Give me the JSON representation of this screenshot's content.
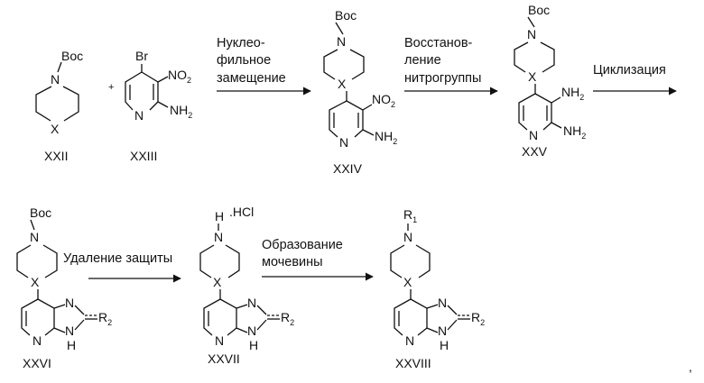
{
  "compounds": {
    "c22": {
      "id": "XXII",
      "boc": "Boc",
      "n": "N",
      "x": "X"
    },
    "c23": {
      "id": "XXIII",
      "br": "Br",
      "no2": "NO",
      "no2_sub": "2",
      "nh2": "NH",
      "nh2_sub": "2",
      "n": "N"
    },
    "c24": {
      "id": "XXIV",
      "boc": "Boc",
      "n": "N",
      "x": "X",
      "no2": "NO",
      "no2_sub": "2",
      "nh2": "NH",
      "nh2_sub": "2",
      "ring_n": "N"
    },
    "c25": {
      "id": "XXV",
      "boc": "Boc",
      "n": "N",
      "x": "X",
      "nh2a": "NH",
      "nh2a_sub": "2",
      "nh2b": "NH",
      "nh2b_sub": "2",
      "ring_n": "N"
    },
    "c26": {
      "id": "XXVI",
      "boc": "Boc",
      "n": "N",
      "x": "X",
      "n_im": "N",
      "n_py": "N",
      "nh": "H",
      "nh_n": "N",
      "r2": "R",
      "r2_sub": "2"
    },
    "c27": {
      "id": "XXVII",
      "hcl": ".HCl",
      "h": "H",
      "n": "N",
      "x": "X",
      "n_im": "N",
      "n_py": "N",
      "nh": "H",
      "nh_n": "N",
      "r2": "R",
      "r2_sub": "2"
    },
    "c28": {
      "id": "XXVIII",
      "r1": "R",
      "r1_sub": "1",
      "n": "N",
      "x": "X",
      "n_im": "N",
      "n_py": "N",
      "nh": "H",
      "nh_n": "N",
      "r2": "R",
      "r2_sub": "2"
    }
  },
  "plus": "+",
  "steps": {
    "s1": {
      "line1": "Нуклео-",
      "line2": "фильное",
      "line3": "замещение"
    },
    "s2": {
      "line1": "Восстанов-",
      "line2": "ление",
      "line3": "нитрогруппы"
    },
    "s3": {
      "line1": "Циклизация"
    },
    "s4": {
      "line1": "Удаление защиты"
    },
    "s5": {
      "line1": "Образование",
      "line2": "мочевины"
    }
  },
  "trailing_comma": ","
}
